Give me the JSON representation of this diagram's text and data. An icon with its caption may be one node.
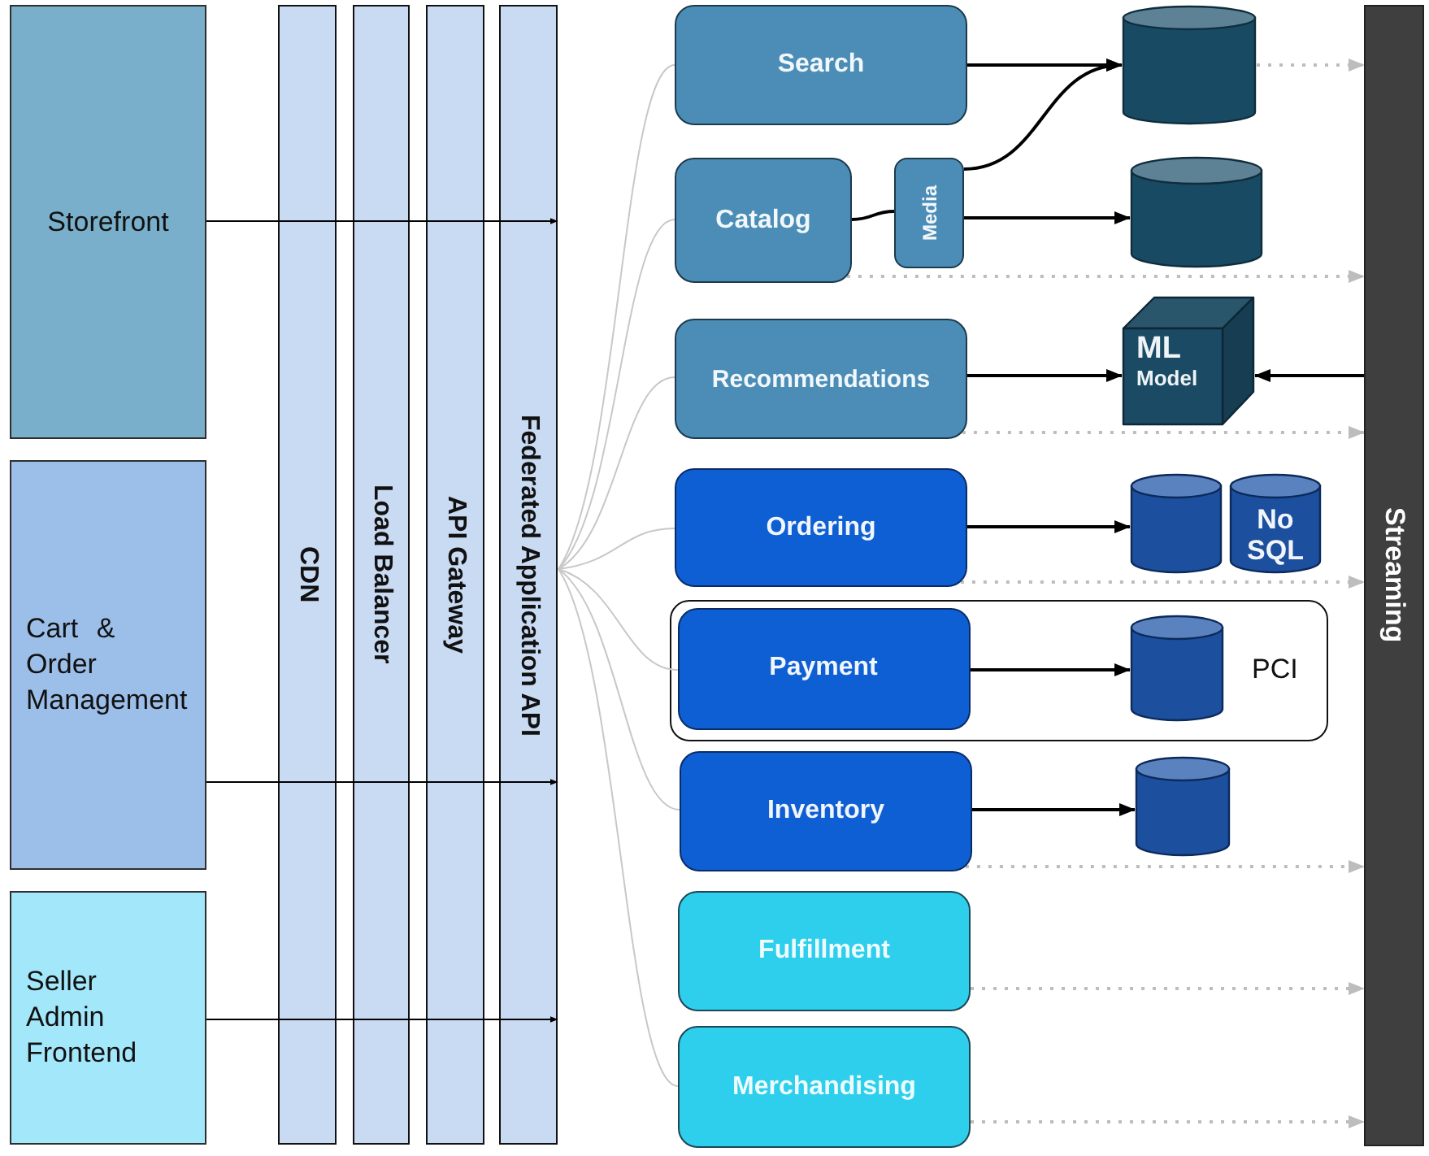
{
  "diagram": {
    "nodes": [
      {
        "text": [
          "Storefront"
        ]
      },
      {
        "text": [
          "Cart & Order Management"
        ]
      },
      {
        "text": [
          "Seller Admin Frontend"
        ]
      },
      {
        "text": [
          "CDN"
        ]
      },
      {
        "text": [
          "Load Balancer"
        ]
      },
      {
        "text": [
          "API Gateway"
        ]
      },
      {
        "text": [
          "Federated Application API"
        ]
      },
      {
        "text": [
          "Search"
        ]
      },
      {
        "text": [],
        "shape": "cylinder"
      },
      {
        "text": [
          "Catalog"
        ]
      },
      {
        "text": [
          "Media"
        ]
      },
      {
        "text": [],
        "shape": "cylinder"
      },
      {
        "text": [
          "Recommendations"
        ]
      },
      {
        "text": [
          "ML",
          "Model"
        ]
      },
      {
        "text": [
          "Ordering"
        ]
      },
      {
        "text": [],
        "shape": "cylinder"
      },
      {
        "text": [
          "No SQL"
        ]
      },
      {
        "text": [
          "PCI"
        ]
      },
      {
        "text": [
          "Payment"
        ],
        "in": 17
      },
      {
        "text": [],
        "shape": "cylinder",
        "in": 17
      },
      {
        "text": [
          "Inventory"
        ]
      },
      {
        "text": [],
        "shape": "cylinder"
      },
      {
        "text": [
          "Fulfillment"
        ]
      },
      {
        "text": [
          "Merchandising"
        ]
      },
      {
        "text": [
          "Streaming"
        ]
      }
    ],
    "edges": [
      {
        "from": 0,
        "to": 3,
        "arrow": "none"
      },
      {
        "from": 3,
        "to": 4,
        "arrow": "none"
      },
      {
        "from": 4,
        "to": 5,
        "arrow": "none"
      },
      {
        "from": 5,
        "to": 6,
        "arrow": "to"
      },
      {
        "from": 1,
        "to": 3,
        "arrow": "none"
      },
      {
        "from": 3,
        "to": 4,
        "arrow": "none"
      },
      {
        "from": 4,
        "to": 5,
        "arrow": "none"
      },
      {
        "from": 5,
        "to": 6,
        "arrow": "to"
      },
      {
        "from": 2,
        "to": 3,
        "arrow": "none"
      },
      {
        "from": 3,
        "to": 4,
        "arrow": "none"
      },
      {
        "from": 4,
        "to": 5,
        "arrow": "none"
      },
      {
        "from": 5,
        "to": 6,
        "arrow": "to"
      },
      {
        "from": 6,
        "to": 7,
        "arrow": "none",
        "color": "#c8c8c8"
      },
      {
        "from": 6,
        "to": 9,
        "arrow": "none",
        "color": "#c8c8c8"
      },
      {
        "from": 6,
        "to": 12,
        "arrow": "none",
        "color": "#c8c8c8"
      },
      {
        "from": 6,
        "to": 14,
        "arrow": "none",
        "color": "#c8c8c8"
      },
      {
        "from": 6,
        "to": 18,
        "arrow": "none",
        "color": "#c8c8c8"
      },
      {
        "from": 6,
        "to": 20,
        "arrow": "none",
        "color": "#c8c8c8"
      },
      {
        "from": 6,
        "to": 23,
        "arrow": "none",
        "color": "#c8c8c8"
      },
      {
        "from": 7,
        "to": 8,
        "arrow": "to"
      },
      {
        "from": 10,
        "to": 8,
        "arrow": "to"
      },
      {
        "from": 9,
        "to": 10,
        "arrow": "none"
      },
      {
        "from": 10,
        "to": 11,
        "arrow": "to"
      },
      {
        "from": 12,
        "to": 13,
        "arrow": "to"
      },
      {
        "from": 24,
        "to": 13,
        "arrow": "to"
      },
      {
        "from": 14,
        "to": 15,
        "arrow": "to"
      },
      {
        "from": 18,
        "to": 19,
        "arrow": "to"
      },
      {
        "from": 20,
        "to": 21,
        "arrow": "to"
      },
      {
        "from": 8,
        "to": 24,
        "arrow": "to",
        "style": "dashed",
        "color": "#bdbdbd"
      },
      {
        "from": 9,
        "to": 24,
        "arrow": "to",
        "style": "dashed",
        "color": "#bdbdbd"
      },
      {
        "from": 12,
        "to": 24,
        "arrow": "to",
        "style": "dashed",
        "color": "#bdbdbd"
      },
      {
        "from": 14,
        "to": 24,
        "arrow": "to",
        "style": "dashed",
        "color": "#bdbdbd"
      },
      {
        "from": 20,
        "to": 24,
        "arrow": "to",
        "style": "dashed",
        "color": "#bdbdbd"
      },
      {
        "from": 22,
        "to": 24,
        "arrow": "to",
        "style": "dashed",
        "color": "#bdbdbd"
      },
      {
        "from": 23,
        "to": 24,
        "arrow": "to",
        "style": "dashed",
        "color": "#bdbdbd"
      }
    ]
  }
}
